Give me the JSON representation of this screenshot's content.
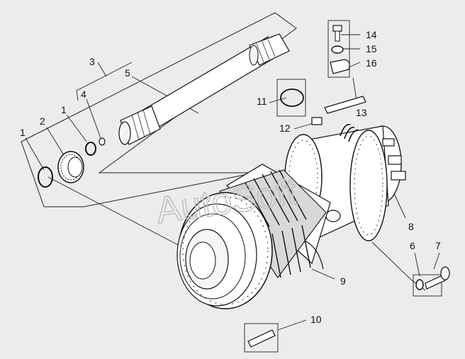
{
  "diagram": {
    "watermark": "AutoSoft",
    "callouts": [
      {
        "id": "callout-1-left",
        "text": "1"
      },
      {
        "id": "callout-2",
        "text": "2"
      },
      {
        "id": "callout-1-right",
        "text": "1"
      },
      {
        "id": "callout-4",
        "text": "4"
      },
      {
        "id": "callout-3",
        "text": "3"
      },
      {
        "id": "callout-5",
        "text": "5"
      },
      {
        "id": "callout-11",
        "text": "11"
      },
      {
        "id": "callout-12",
        "text": "12"
      },
      {
        "id": "callout-13",
        "text": "13"
      },
      {
        "id": "callout-14",
        "text": "14"
      },
      {
        "id": "callout-15",
        "text": "15"
      },
      {
        "id": "callout-16",
        "text": "16"
      },
      {
        "id": "callout-8",
        "text": "8"
      },
      {
        "id": "callout-6",
        "text": "6"
      },
      {
        "id": "callout-7",
        "text": "7"
      },
      {
        "id": "callout-9",
        "text": "9"
      },
      {
        "id": "callout-10",
        "text": "10"
      }
    ]
  }
}
